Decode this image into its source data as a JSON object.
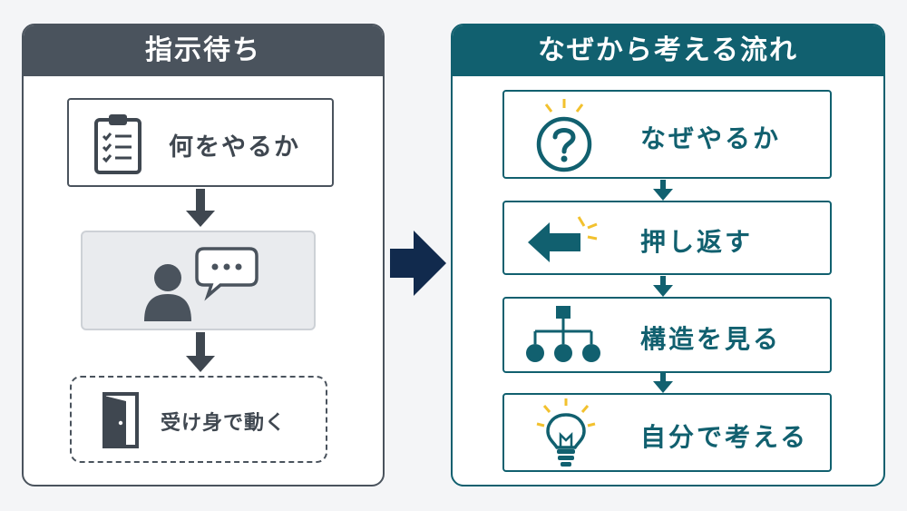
{
  "left_panel": {
    "title": "指示待ち",
    "steps": [
      {
        "label": "何をやるか",
        "icon": "clipboard-checklist-icon"
      },
      {
        "label": "",
        "icon": "person-speech-bubble-icon"
      },
      {
        "label": "受け身で動く",
        "icon": "open-door-icon"
      }
    ]
  },
  "right_panel": {
    "title": "なぜから考える流れ",
    "steps": [
      {
        "label": "なぜやるか",
        "icon": "question-mark-icon"
      },
      {
        "label": "押し返す",
        "icon": "left-arrow-icon"
      },
      {
        "label": "構造を見る",
        "icon": "hierarchy-icon"
      },
      {
        "label": "自分で考える",
        "icon": "lightbulb-icon"
      }
    ]
  },
  "colors": {
    "left_accent": "#4a535d",
    "right_accent": "#11606f",
    "center_arrow": "#112a4d",
    "highlight_yellow": "#f2c12e"
  }
}
